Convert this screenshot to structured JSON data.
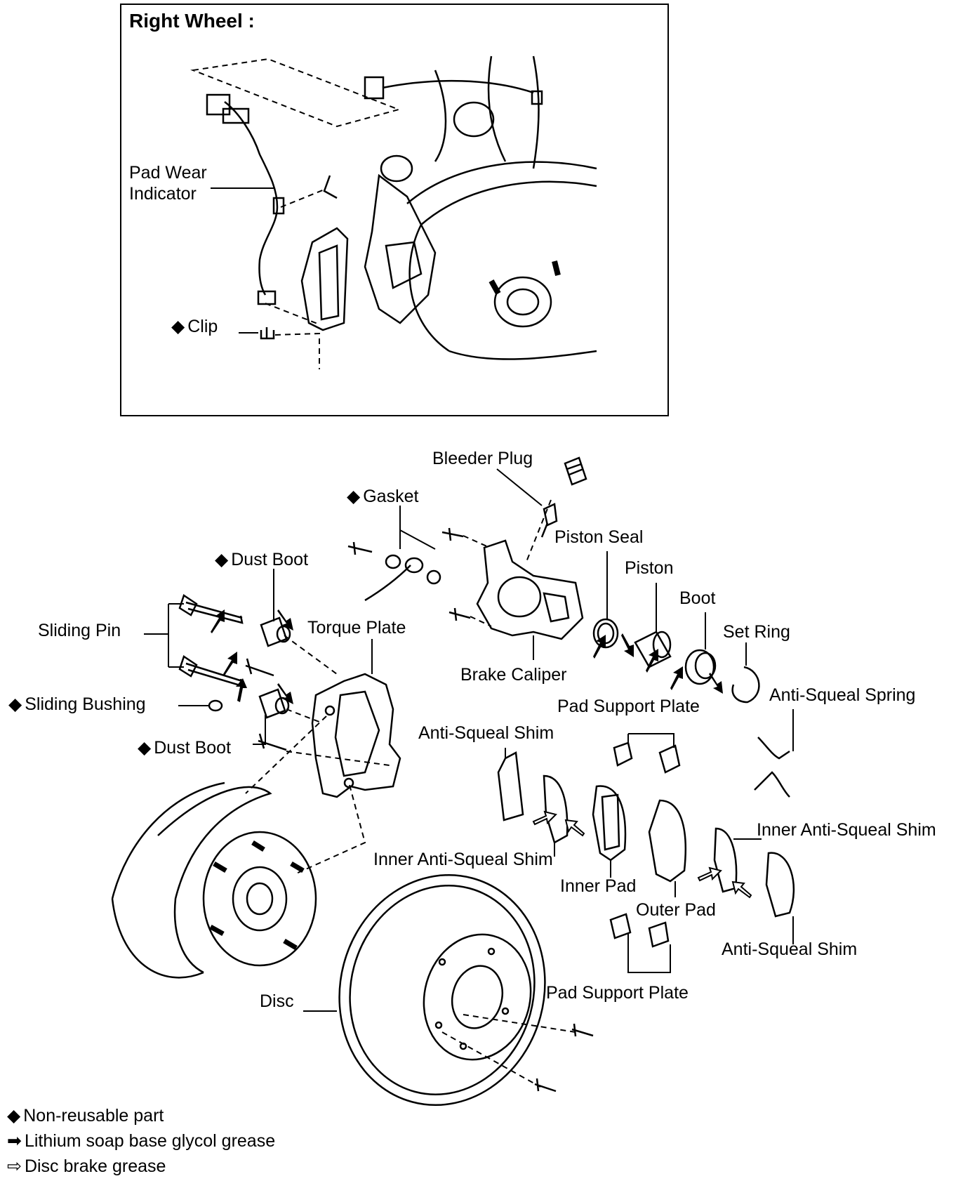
{
  "inset": {
    "title": "Right Wheel :",
    "labels": {
      "pad_wear_indicator_line1": "Pad Wear",
      "pad_wear_indicator_line2": "Indicator",
      "clip": "Clip"
    }
  },
  "parts": {
    "bleeder_plug": "Bleeder Plug",
    "gasket": "Gasket",
    "piston_seal": "Piston Seal",
    "piston": "Piston",
    "dust_boot_top": "Dust Boot",
    "boot": "Boot",
    "sliding_pin": "Sliding Pin",
    "torque_plate": "Torque Plate",
    "set_ring": "Set Ring",
    "brake_caliper": "Brake Caliper",
    "sliding_bushing": "Sliding Bushing",
    "pad_support_plate_top": "Pad Support Plate",
    "anti_squeal_spring": "Anti-Squeal Spring",
    "anti_squeal_shim_left": "Anti-Squeal Shim",
    "dust_boot_bottom": "Dust Boot",
    "inner_anti_squeal_shim_right": "Inner Anti-Squeal Shim",
    "inner_anti_squeal_shim_left": "Inner Anti-Squeal Shim",
    "inner_pad": "Inner Pad",
    "outer_pad": "Outer Pad",
    "anti_squeal_shim_right": "Anti-Squeal Shim",
    "disc": "Disc",
    "pad_support_plate_bottom": "Pad Support Plate"
  },
  "symbols": {
    "non_reusable": "◆",
    "lithium_arrow": "➡",
    "disc_grease_arrow": "⇨"
  },
  "legend": {
    "non_reusable": "Non-reusable part",
    "lithium_grease": "Lithium soap base glycol grease",
    "disc_brake_grease": "Disc brake grease"
  }
}
